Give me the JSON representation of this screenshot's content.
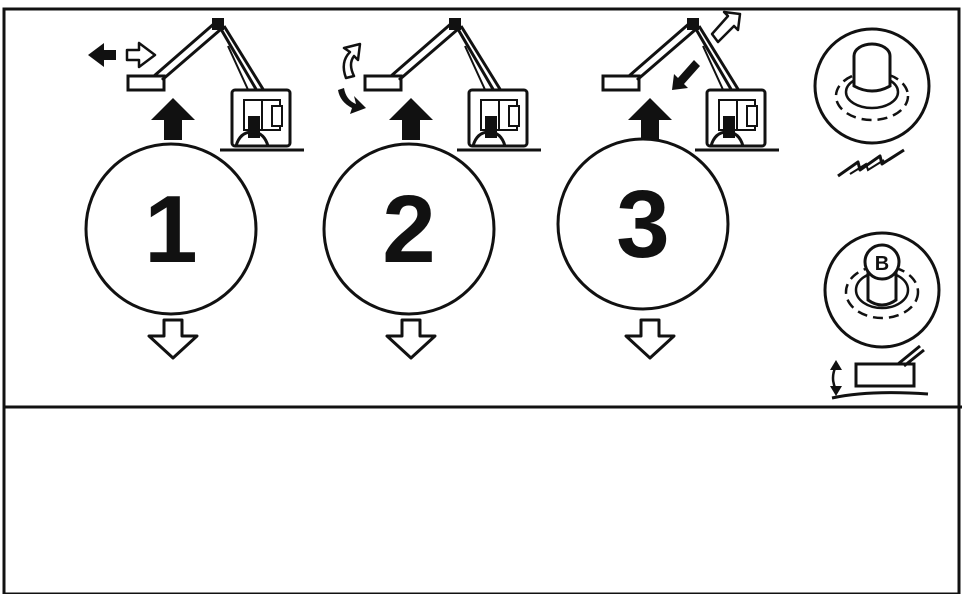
{
  "controls": [
    {
      "number": "1",
      "function_icon": "boom-slew-left-right-icon"
    },
    {
      "number": "2",
      "function_icon": "boom-tilt-icon"
    },
    {
      "number": "3",
      "function_icon": "boom-extend-retract-icon"
    }
  ],
  "joystick_right": {
    "top_icon": "joystick-with-vibration-icon",
    "bottom_button_label": "B",
    "bottom_icon": "platform-tilt-icon"
  },
  "colors": {
    "ink": "#111111",
    "background": "#ffffff"
  }
}
